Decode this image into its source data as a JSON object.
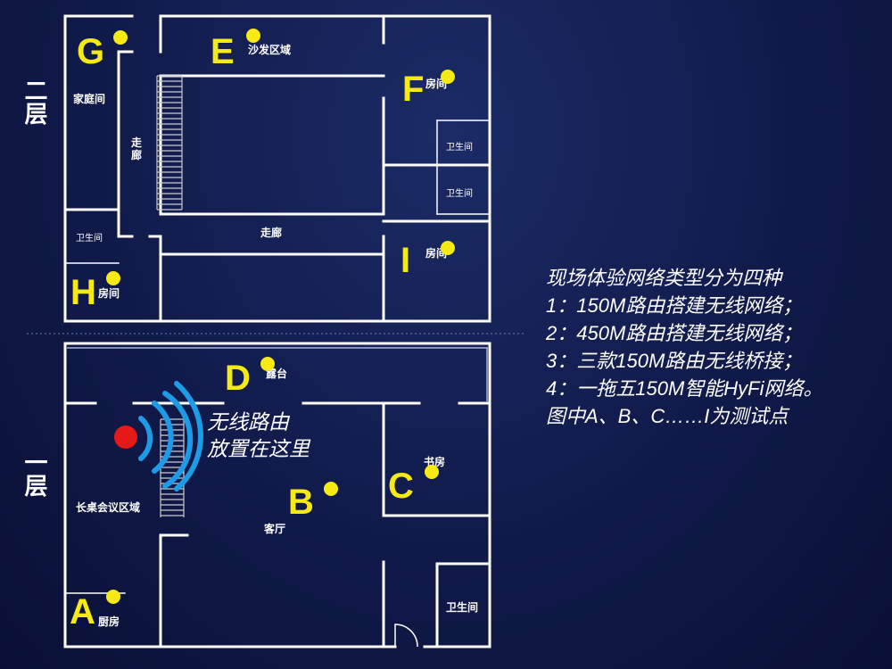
{
  "floors": {
    "upper": "二层",
    "lower": "一层"
  },
  "upper_rooms": {
    "family_room": "家庭间",
    "corridor_vertical": "走廊",
    "corridor_horizontal": "走廊",
    "sofa_area": "沙发区域",
    "room_f": "房间",
    "bathroom_1": "卫生间",
    "bathroom_2": "卫生间",
    "bathroom_left": "卫生间",
    "room_h": "房间",
    "room_i": "房间"
  },
  "lower_rooms": {
    "terrace": "露台",
    "meeting_area": "长桌会议区域",
    "living_room": "客厅",
    "study": "书房",
    "kitchen": "厨房",
    "bathroom": "卫生间"
  },
  "points": {
    "A": "A",
    "B": "B",
    "C": "C",
    "D": "D",
    "E": "E",
    "F": "F",
    "G": "G",
    "H": "H",
    "I": "I"
  },
  "router": {
    "line1": "无线路由",
    "line2": "放置在这里",
    "dot_color": "#e61919",
    "wave_color": "#1e9be6"
  },
  "legend": {
    "line1": "现场体验网络类型分为四种",
    "line2": "1：150M路由搭建无线网络；",
    "line3": "2：450M路由搭建无线网络；",
    "line4": "3：三款150M路由无线桥接；",
    "line5": "4：一拖五150M智能HyFi网络。",
    "line6": "图中A、B、C……I为测试点"
  },
  "colors": {
    "point": "#f5ea14",
    "wall": "#ffffff"
  }
}
